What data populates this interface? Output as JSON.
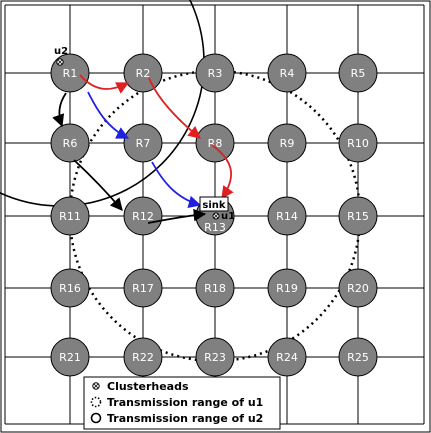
{
  "diagram": {
    "nodes": [
      "R1",
      "R2",
      "R3",
      "R4",
      "R5",
      "R6",
      "R7",
      "R8",
      "R9",
      "R10",
      "R11",
      "R12",
      "R13",
      "R14",
      "R15",
      "R16",
      "R17",
      "R18",
      "R19",
      "R20",
      "R21",
      "R22",
      "R23",
      "R24",
      "R25"
    ],
    "sink_label": "sink",
    "users": {
      "u1": "u1",
      "u2": "u2"
    },
    "legend": {
      "clusterheads": "Clusterheads",
      "range_u1": "Transmission range of u1",
      "range_u2": "Transmission range of u2"
    },
    "colors": {
      "node_fill": "#808080",
      "grid": "#000000",
      "arrow_red": "#e02020",
      "arrow_blue": "#2020e0",
      "arrow_black": "#000000"
    }
  }
}
